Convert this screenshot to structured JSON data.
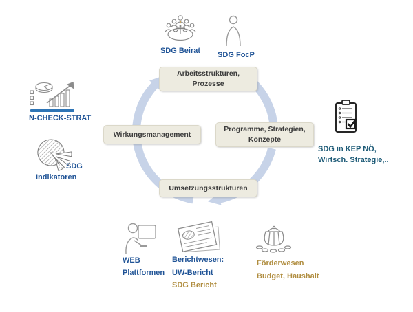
{
  "colors": {
    "accent_blue": "#1F5396",
    "teal": "#1F5C78",
    "gold": "#B08D3F",
    "circle_arrow": "#C7D3E8",
    "box_fill": "#EDEBE0",
    "box_text": "#3C3C3C",
    "ncheck_underline": "#2E75B6"
  },
  "cycle": {
    "top_box": {
      "line1": "Arbeitsstrukturen,",
      "line2": "Prozesse"
    },
    "right_box": {
      "line1": "Programme, Strategien,",
      "line2": "Konzepte"
    },
    "bottom_box": {
      "line1": "Umsetzungsstrukturen"
    },
    "left_box": {
      "line1": "Wirkungsmanagement"
    },
    "direction": "clockwise"
  },
  "nodes": {
    "beirat": {
      "label": "SDG Beirat",
      "icon": "meeting-group-icon"
    },
    "focp": {
      "label": "SDG FocP",
      "icon": "person-outline-icon"
    },
    "ncheck": {
      "label": "N-CHECK-STRAT",
      "icon": "charts-dashboard-icon"
    },
    "indikatoren": {
      "label_line1": "SDG",
      "label_line2": "Indikatoren",
      "icon": "pie-chart-icon"
    },
    "kep": {
      "label_line1": "SDG in KEP NÖ,",
      "label_line2": "Wirtsch. Strategie,..",
      "icon": "checklist-clipboard-icon"
    },
    "web": {
      "label_line1": "WEB",
      "label_line2": "Plattformen",
      "icon": "person-computer-icon"
    },
    "bericht": {
      "label_line1": "Berichtwesen:",
      "label_line2": "UW-Bericht",
      "label_line3": "SDG Bericht",
      "icon": "report-document-icon"
    },
    "foerder": {
      "label_line1": "Förderwesen",
      "label_line2": "Budget, Haushalt",
      "icon": "money-purse-icon"
    }
  }
}
